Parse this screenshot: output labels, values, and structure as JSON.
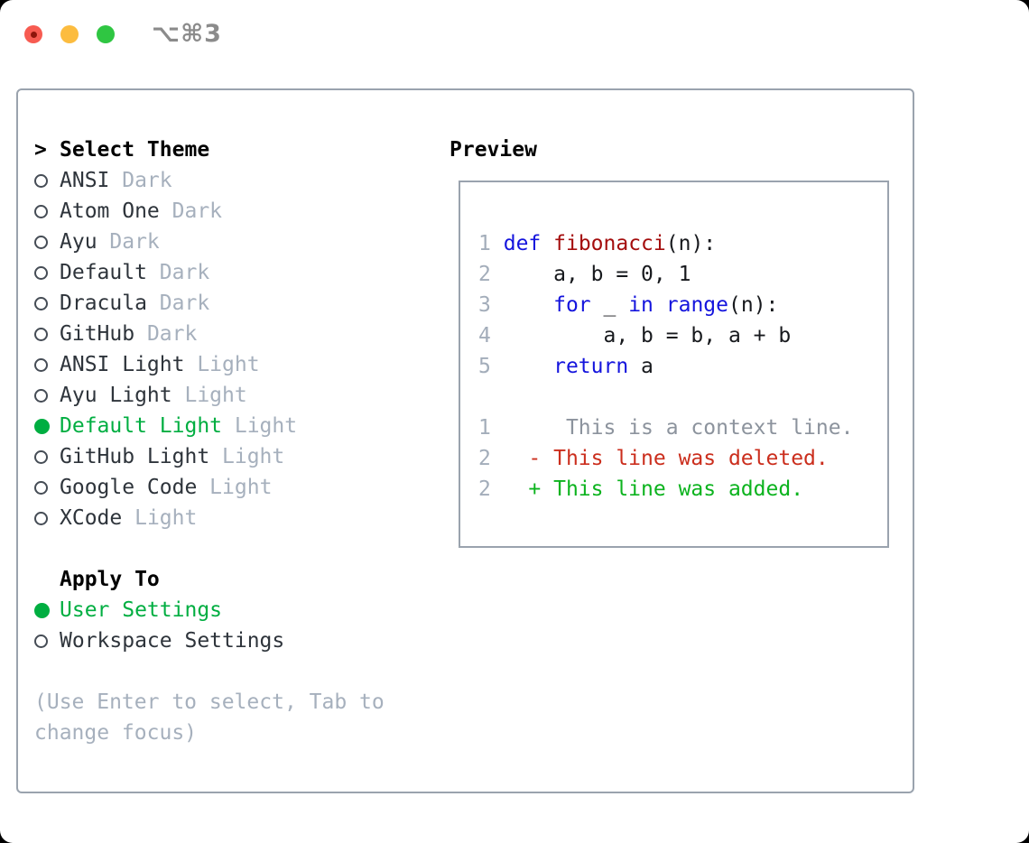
{
  "window": {
    "title_shortcut": "⌥⌘3",
    "traffic_lights": [
      {
        "name": "close",
        "color": "#f75b51",
        "inner_dot": "#8e150b"
      },
      {
        "name": "minimize",
        "color": "#fcbc3f"
      },
      {
        "name": "zoom",
        "color": "#2fc642"
      }
    ]
  },
  "theme_picker": {
    "prompt": ">",
    "header": "Select Theme",
    "themes": [
      {
        "name": "ANSI",
        "variant": "Dark",
        "selected": false
      },
      {
        "name": "Atom One",
        "variant": "Dark",
        "selected": false
      },
      {
        "name": "Ayu",
        "variant": "Dark",
        "selected": false
      },
      {
        "name": "Default",
        "variant": "Dark",
        "selected": false
      },
      {
        "name": "Dracula",
        "variant": "Dark",
        "selected": false
      },
      {
        "name": "GitHub",
        "variant": "Dark",
        "selected": false
      },
      {
        "name": "ANSI Light",
        "variant": "Light",
        "selected": false
      },
      {
        "name": "Ayu Light",
        "variant": "Light",
        "selected": false
      },
      {
        "name": "Default Light",
        "variant": "Light",
        "selected": true
      },
      {
        "name": "GitHub Light",
        "variant": "Light",
        "selected": false
      },
      {
        "name": "Google Code",
        "variant": "Light",
        "selected": false
      },
      {
        "name": "XCode",
        "variant": "Light",
        "selected": false
      }
    ],
    "apply_to": {
      "header": "Apply To",
      "options": [
        {
          "label": "User Settings",
          "selected": true
        },
        {
          "label": "Workspace Settings",
          "selected": false
        }
      ]
    },
    "help_lines": [
      "(Use Enter to select, Tab to",
      "change focus)"
    ]
  },
  "preview": {
    "title": "Preview",
    "lines": [
      {
        "blank": true
      },
      {
        "num": "1",
        "segments": [
          [
            " ",
            "plain"
          ],
          [
            "def",
            "keyword"
          ],
          [
            " ",
            "plain"
          ],
          [
            "fibonacci",
            "function"
          ],
          [
            "(n):",
            "plain"
          ]
        ]
      },
      {
        "num": "2",
        "segments": [
          [
            "     a, b = 0, 1",
            "plain"
          ]
        ]
      },
      {
        "num": "3",
        "segments": [
          [
            "     ",
            "plain"
          ],
          [
            "for",
            "keyword"
          ],
          [
            " _ ",
            "plain"
          ],
          [
            "in",
            "keyword"
          ],
          [
            " ",
            "plain"
          ],
          [
            "range",
            "keyword"
          ],
          [
            "(n):",
            "plain"
          ]
        ]
      },
      {
        "num": "4",
        "segments": [
          [
            "         a, b = b, a + b",
            "plain"
          ]
        ]
      },
      {
        "num": "5",
        "segments": [
          [
            "     ",
            "plain"
          ],
          [
            "return",
            "keyword"
          ],
          [
            " a",
            "plain"
          ]
        ]
      },
      {
        "blank": true
      },
      {
        "num": "1",
        "segments": [
          [
            "      This is a context line.",
            "context"
          ]
        ]
      },
      {
        "num": "2",
        "segments": [
          [
            "   - This line was deleted.",
            "deleted"
          ]
        ]
      },
      {
        "num": "2",
        "segments": [
          [
            "   + This line was added.",
            "added"
          ]
        ]
      },
      {
        "blank": true
      }
    ]
  },
  "colors": {
    "selected_green": "#00ae41",
    "keyword_blue": "#1414dd",
    "function_red": "#a40d0d",
    "deleted_red": "#cb2e1d",
    "added_green": "#0cb31e",
    "context_gray": "#8c939d",
    "line_number_gray": "#a3adba",
    "variant_gray": "#a6b0bd",
    "border_gray": "#9aa3ae",
    "text_dark": "#2e343b",
    "titlebar_gray": "#8b8b8b"
  }
}
